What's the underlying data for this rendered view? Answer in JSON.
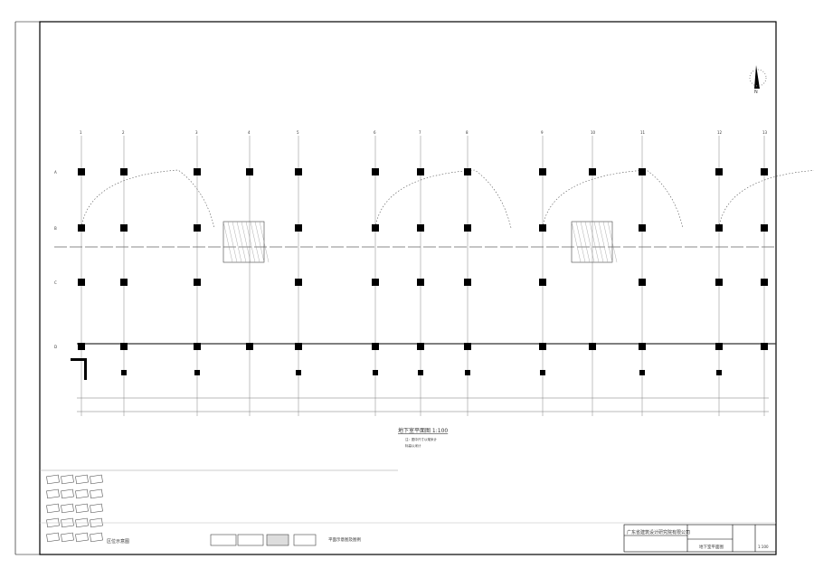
{
  "drawing": {
    "title": "地下室平面图 1:100",
    "notes": [
      "注：图中尺寸以毫米计",
      "标高以米计"
    ],
    "north_label": "N",
    "company": "广东省建筑设计研究院有限公司",
    "sheet_name": "地下室平面图",
    "key_plan_label": "区位示意图",
    "legend_label": "平面示意图及图例",
    "grid_labels": [
      "1",
      "2",
      "3",
      "4",
      "5",
      "6",
      "7",
      "8",
      "9",
      "10",
      "11",
      "12",
      "13"
    ],
    "row_labels": [
      "A",
      "B",
      "C",
      "D"
    ],
    "scale": "1:100"
  }
}
